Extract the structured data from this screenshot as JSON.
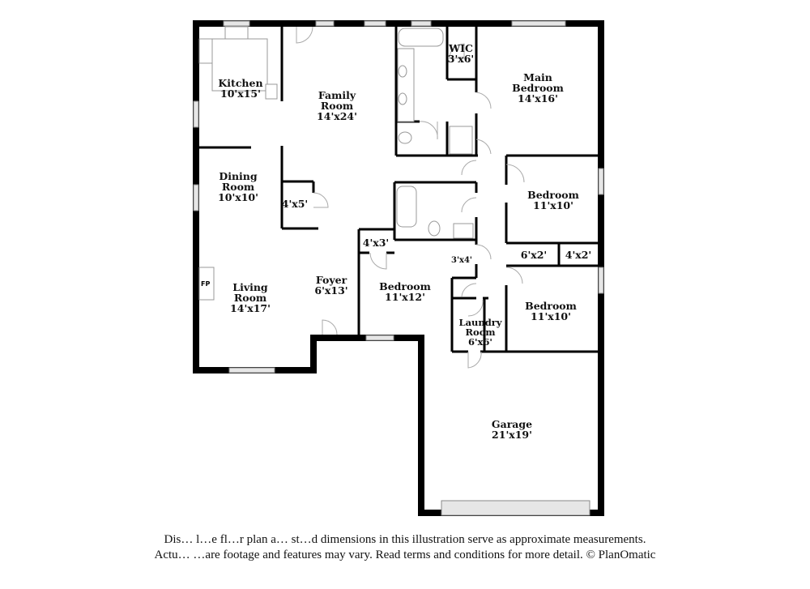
{
  "rooms": {
    "kitchen": {
      "name": "Kitchen",
      "dims": "10'x15'"
    },
    "family_room": {
      "name1": "Family",
      "name2": "Room",
      "dims": "14'x24'"
    },
    "wic": {
      "name": "WIC",
      "dims": "3'x6'"
    },
    "main_bedroom": {
      "name1": "Main",
      "name2": "Bedroom",
      "dims": "14'x16'"
    },
    "dining_room": {
      "name1": "Dining",
      "name2": "Room",
      "dims": "10'x10'"
    },
    "closet_4x5": {
      "dims": "4'x5'"
    },
    "bedroom_ne": {
      "name": "Bedroom",
      "dims": "11'x10'"
    },
    "closet_4x3": {
      "dims": "4'x3'"
    },
    "closet_3x4": {
      "dims": "3'x4'"
    },
    "closet_6x2": {
      "dims": "6'x2'"
    },
    "closet_4x2": {
      "dims": "4'x2'"
    },
    "fireplace": {
      "label": "FP"
    },
    "living_room": {
      "name1": "Living",
      "name2": "Room",
      "dims": "14'x17'"
    },
    "foyer": {
      "name": "Foyer",
      "dims": "6'x13'"
    },
    "bedroom_center": {
      "name": "Bedroom",
      "dims": "11'x12'"
    },
    "bedroom_se": {
      "name": "Bedroom",
      "dims": "11'x10'"
    },
    "laundry": {
      "name1": "Laundry",
      "name2": "Room",
      "dims": "6'x6'"
    },
    "garage": {
      "name": "Garage",
      "dims": "21'x19'"
    }
  },
  "disclaimer": {
    "line1": "Dis… l…e fl…r plan a… st…d dimensions in this illustration serve as approximate measurements.",
    "line2": "Actu… …are footage and features may vary. Read terms and conditions for more detail. © PlanOmatic"
  }
}
